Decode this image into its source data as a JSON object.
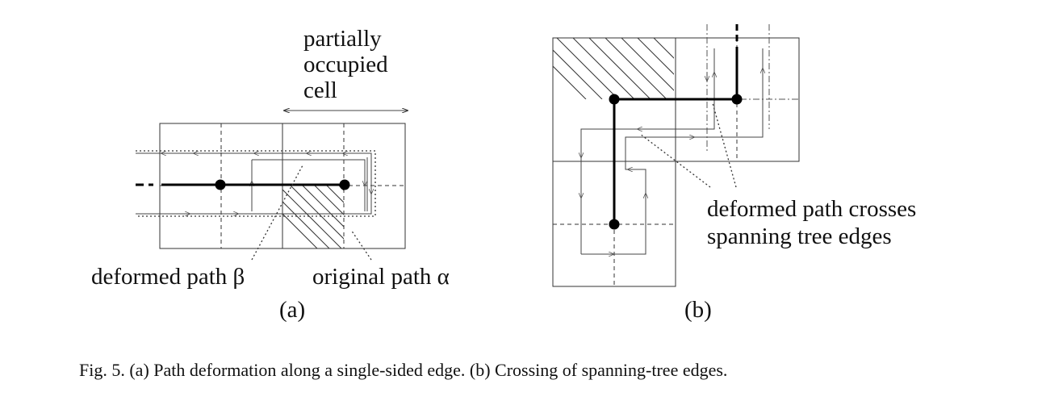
{
  "figure": {
    "panel_a": {
      "label_partially_occupied": [
        "partially",
        "occupied",
        "cell"
      ],
      "label_deformed": "deformed path β",
      "label_original": "original path α",
      "panel_label": "(a)"
    },
    "panel_b": {
      "label_crosses": [
        "deformed path crosses",
        "spanning tree edges"
      ],
      "panel_label": "(b)"
    },
    "caption": "Fig. 5. (a) Path deformation along a single-sided edge. (b) Crossing of spanning-tree edges."
  }
}
